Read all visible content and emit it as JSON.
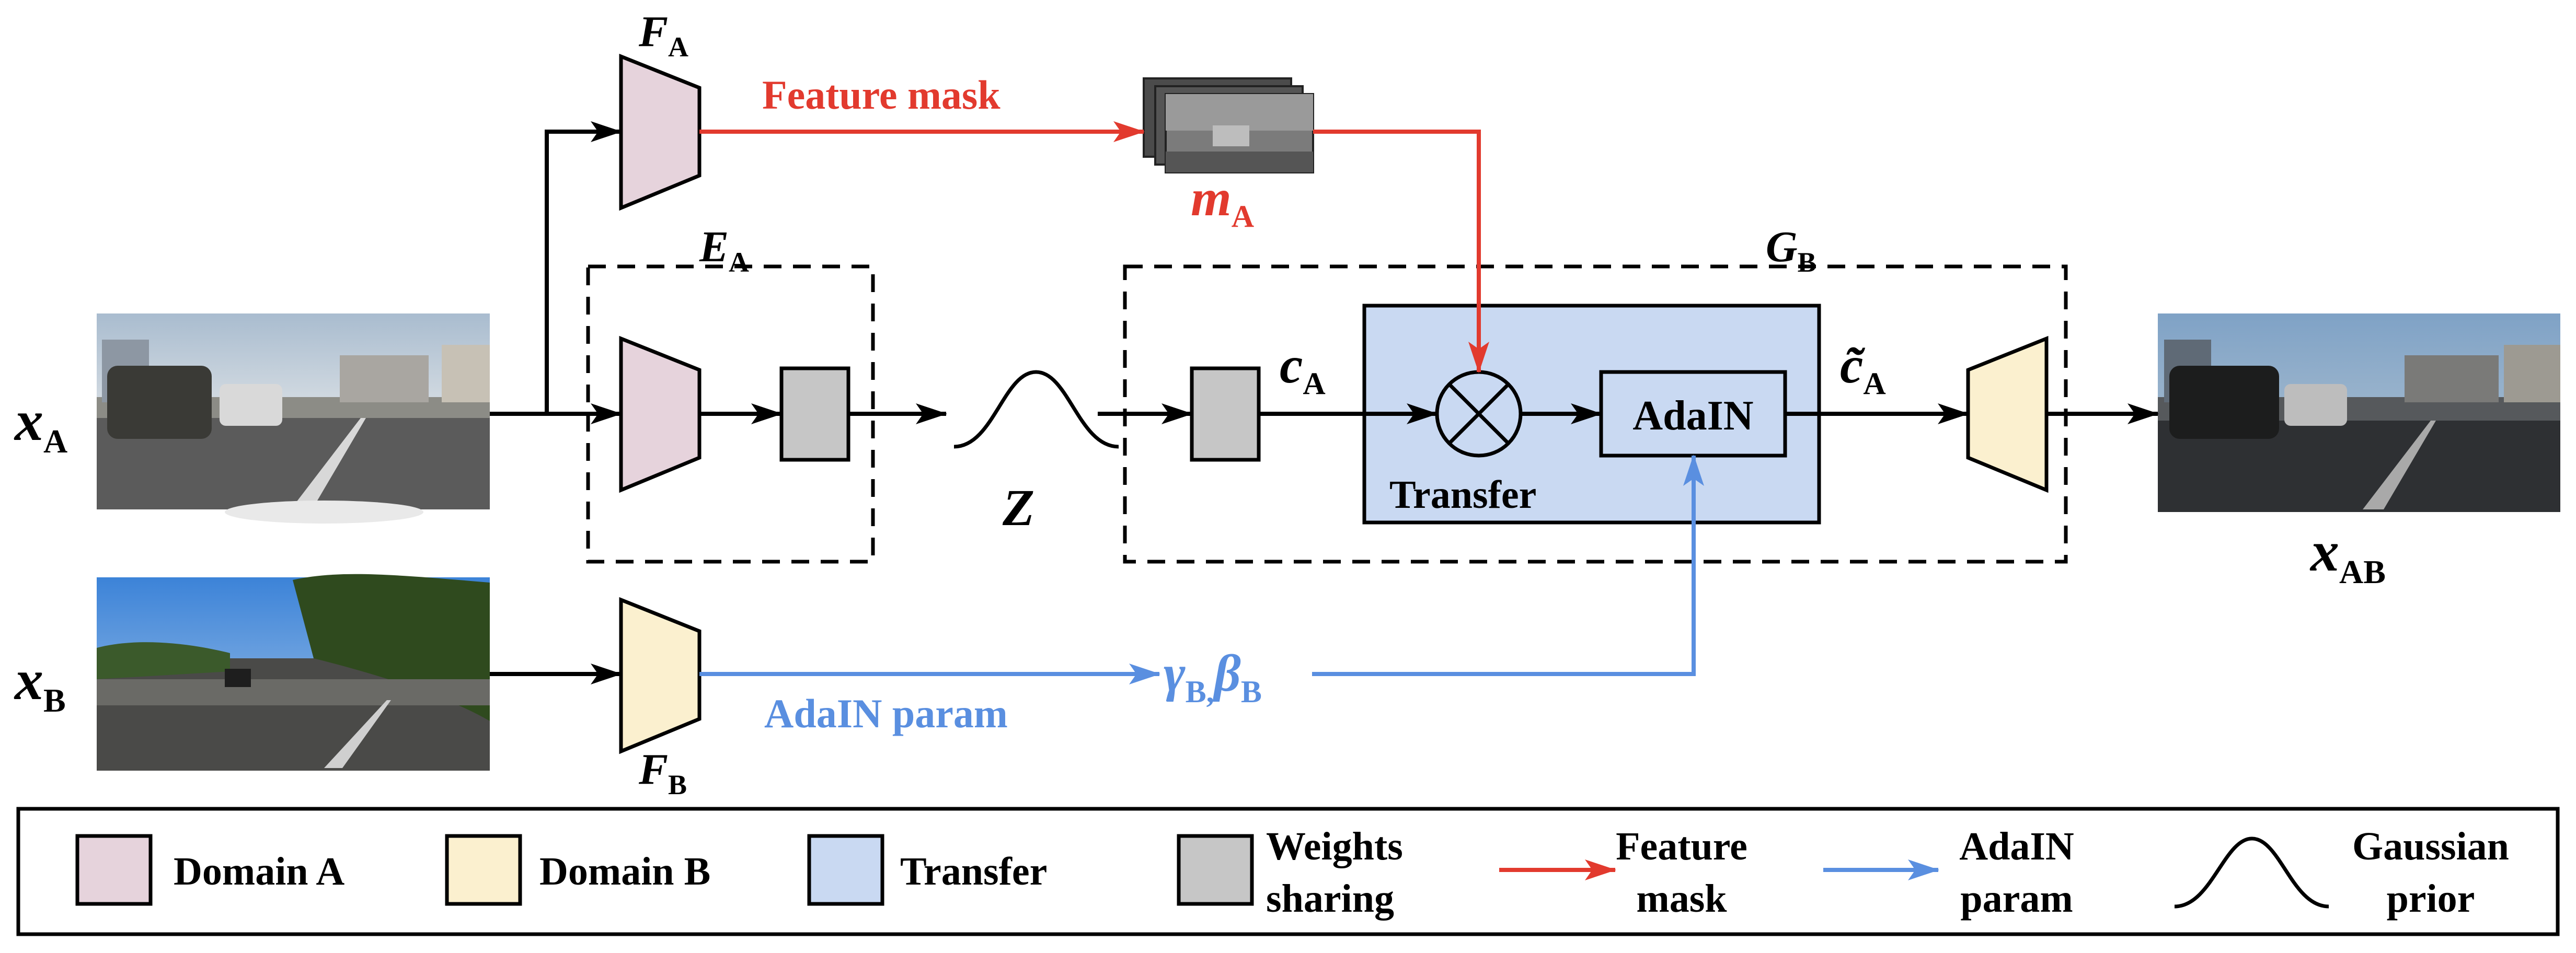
{
  "labels": {
    "xa": {
      "main": "x",
      "sub": "A"
    },
    "xb": {
      "main": "x",
      "sub": "B"
    },
    "xab": {
      "main": "x",
      "sub": "AB"
    },
    "fa": {
      "main": "F",
      "sub": "A"
    },
    "fb": {
      "main": "F",
      "sub": "B"
    },
    "ea": {
      "main": "E",
      "sub": "A"
    },
    "gb": {
      "main": "G",
      "sub": "B"
    },
    "ma": {
      "main": "m",
      "sub": "A"
    },
    "z": "Z",
    "ca": {
      "main": "c",
      "sub": "A"
    },
    "ca_tilde": {
      "main": "c̃",
      "sub": "A"
    },
    "gamma_beta": {
      "gamma": "γ",
      "gamma_sub": "B,",
      "beta": "β",
      "beta_sub": "B"
    },
    "feature_mask": "Feature mask",
    "adain_param": "AdaIN param",
    "adain_box": "AdaIN",
    "transfer": "Transfer"
  },
  "legend": {
    "domain_a": "Domain A",
    "domain_b": "Domain B",
    "transfer": "Transfer",
    "weights_line1": "Weights",
    "weights_line2": "sharing",
    "feature_mask_line1": "Feature",
    "feature_mask_line2": "mask",
    "adain_line1": "AdaIN",
    "adain_line2": "param",
    "gaussian_line1": "Gaussian",
    "gaussian_line2": "prior"
  },
  "colors": {
    "domain_a": "#e6d3dc",
    "domain_b": "#fbf0cf",
    "transfer": "#c9d9f2",
    "weights": "#c6c6c6",
    "feature_mask_arrow": "#e23a2e",
    "adain_arrow": "#5a8fe0",
    "text_black": "#000000"
  }
}
